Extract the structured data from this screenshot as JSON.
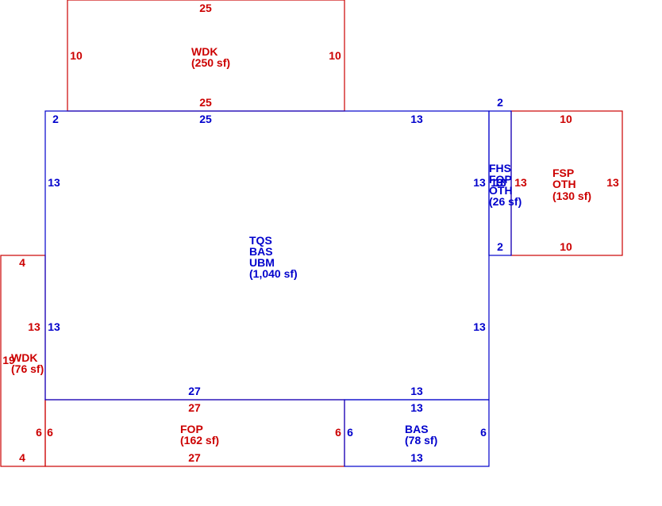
{
  "colors": {
    "blue": "#0000cc",
    "red": "#cc0000",
    "background": "#ffffff"
  },
  "areas": [
    {
      "id": "wdk_top",
      "color": "red",
      "lines": [
        "WDK",
        "(250 sf)"
      ],
      "dims": [
        "25",
        "10",
        "10",
        "25"
      ]
    },
    {
      "id": "main",
      "color": "blue",
      "lines": [
        "TQS",
        "BAS",
        "UBM",
        "(1,040 sf)"
      ],
      "dims": [
        "2",
        "25",
        "13",
        "13",
        "13",
        "13",
        "27",
        "13",
        "13"
      ]
    },
    {
      "id": "fhs",
      "color": "blue",
      "lines": [
        "FHS",
        "FOP",
        "OTH",
        "(26 sf)"
      ],
      "dims": [
        "2",
        "13",
        "13",
        "2"
      ]
    },
    {
      "id": "fsp",
      "color": "red",
      "lines": [
        "FSP",
        "OTH",
        "(130 sf)"
      ],
      "dims": [
        "10",
        "13",
        "13",
        "10"
      ]
    },
    {
      "id": "wdk_left",
      "color": "red",
      "lines": [
        "WDK",
        "(76 sf)"
      ],
      "dims": [
        "4",
        "13",
        "19",
        "6",
        "4"
      ]
    },
    {
      "id": "fop",
      "color": "red",
      "lines": [
        "FOP",
        "(162 sf)"
      ],
      "dims": [
        "27",
        "6",
        "6",
        "6",
        "27"
      ]
    },
    {
      "id": "bas",
      "color": "blue",
      "lines": [
        "BAS",
        "(78 sf)"
      ],
      "dims": [
        "13",
        "6",
        "6",
        "13"
      ]
    }
  ]
}
